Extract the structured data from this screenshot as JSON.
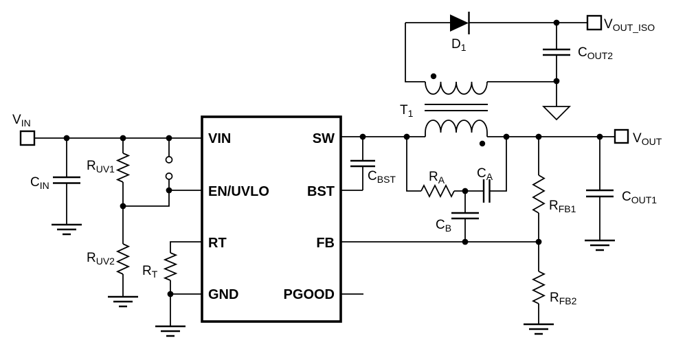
{
  "ic": {
    "pins_left": {
      "vin": "VIN",
      "en_uvlo": "EN/UVLO",
      "rt": "RT",
      "gnd": "GND"
    },
    "pins_right": {
      "sw": "SW",
      "bst": "BST",
      "fb": "FB",
      "pgood": "PGOOD"
    }
  },
  "labels": {
    "vin": {
      "main": "V",
      "sub": "IN"
    },
    "vout": {
      "main": "V",
      "sub": "OUT"
    },
    "vout_iso": {
      "main": "V",
      "sub": "OUT_ISO"
    },
    "cin": {
      "main": "C",
      "sub": "IN"
    },
    "ruv1": {
      "main": "R",
      "sub": "UV1"
    },
    "ruv2": {
      "main": "R",
      "sub": "UV2"
    },
    "rt": {
      "main": "R",
      "sub": "T"
    },
    "cbst": {
      "main": "C",
      "sub": "BST"
    },
    "t1": {
      "main": "T",
      "sub": "1"
    },
    "d1": {
      "main": "D",
      "sub": "1"
    },
    "ra": {
      "main": "R",
      "sub": "A"
    },
    "ca": {
      "main": "C",
      "sub": "A"
    },
    "cb": {
      "main": "C",
      "sub": "B"
    },
    "rfb1": {
      "main": "R",
      "sub": "FB1"
    },
    "rfb2": {
      "main": "R",
      "sub": "FB2"
    },
    "cout1": {
      "main": "C",
      "sub": "OUT1"
    },
    "cout2": {
      "main": "C",
      "sub": "OUT2"
    }
  },
  "colors": {
    "ink": "#000000",
    "bg": "#ffffff"
  }
}
